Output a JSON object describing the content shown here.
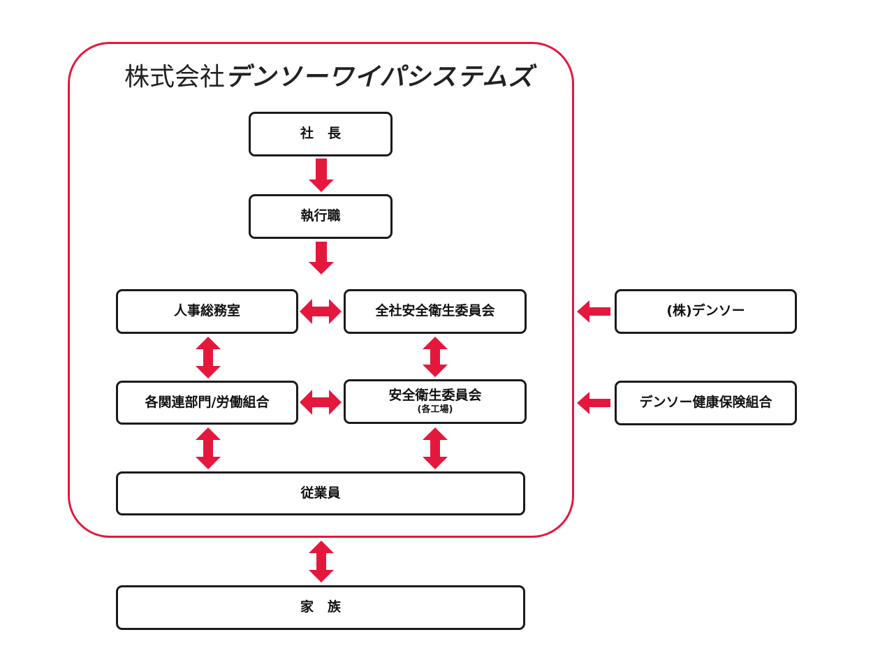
{
  "title": {
    "prefix": "株式会社",
    "name": "デンソーワイパシステムズ"
  },
  "boxes": {
    "president": "社長",
    "executives": "執行職",
    "hr": "人事総務室",
    "safety_committee_all": "全社安全衛生委員会",
    "departments_union": "各関連部門/労働組合",
    "safety_committee_plant": "安全衛生委員会",
    "safety_committee_plant_sub": "(各工場)",
    "employees": "従業員",
    "family": "家族",
    "denso": "(株)デンソー",
    "health_insurance": "デンソー健康保険組合"
  },
  "colors": {
    "accent": "#e6173d",
    "border": "#1a1a1a"
  }
}
